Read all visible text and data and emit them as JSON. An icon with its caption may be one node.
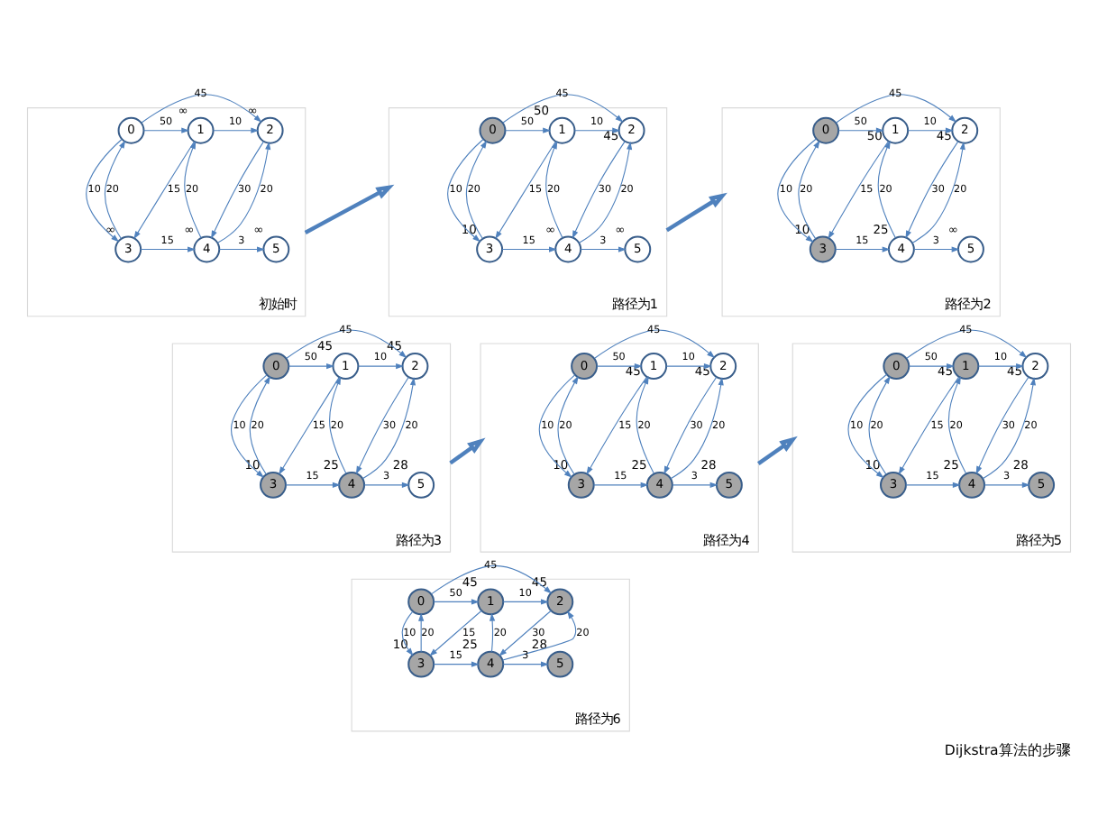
{
  "diagram": {
    "caption": "Dijkstra算法的步骤",
    "nodes": [
      {
        "text": [
          "初始时"
        ]
      },
      {
        "text": [
          "0"
        ],
        "in": 0
      },
      {
        "text": [
          "1"
        ],
        "in": 0,
        "beside": [
          "∞"
        ]
      },
      {
        "text": [
          "2"
        ],
        "in": 0,
        "beside": [
          "∞"
        ]
      },
      {
        "text": [
          "3"
        ],
        "in": 0,
        "beside": [
          "∞"
        ]
      },
      {
        "text": [
          "4"
        ],
        "in": 0,
        "beside": [
          "∞"
        ]
      },
      {
        "text": [
          "5"
        ],
        "in": 0,
        "beside": [
          "∞"
        ]
      },
      {
        "text": [
          "路径为1"
        ]
      },
      {
        "text": [
          "0"
        ],
        "in": 7
      },
      {
        "text": [
          "1"
        ],
        "in": 7,
        "beside": [
          "50"
        ]
      },
      {
        "text": [
          "2"
        ],
        "in": 7,
        "beside": [
          "45"
        ]
      },
      {
        "text": [
          "3"
        ],
        "in": 7,
        "beside": [
          "10"
        ]
      },
      {
        "text": [
          "4"
        ],
        "in": 7,
        "beside": [
          "∞"
        ]
      },
      {
        "text": [
          "5"
        ],
        "in": 7,
        "beside": [
          "∞"
        ]
      },
      {
        "text": [
          "路径为2"
        ]
      },
      {
        "text": [
          "0"
        ],
        "in": 14
      },
      {
        "text": [
          "1"
        ],
        "in": 14,
        "beside": [
          "50"
        ]
      },
      {
        "text": [
          "2"
        ],
        "in": 14,
        "beside": [
          "45"
        ]
      },
      {
        "text": [
          "3"
        ],
        "in": 14,
        "beside": [
          "10"
        ]
      },
      {
        "text": [
          "4"
        ],
        "in": 14,
        "beside": [
          "25"
        ]
      },
      {
        "text": [
          "5"
        ],
        "in": 14,
        "beside": [
          "∞"
        ]
      },
      {
        "text": [
          "路径为3"
        ]
      },
      {
        "text": [
          "0"
        ],
        "in": 21
      },
      {
        "text": [
          "1"
        ],
        "in": 21,
        "beside": [
          "45"
        ]
      },
      {
        "text": [
          "2"
        ],
        "in": 21,
        "beside": [
          "45"
        ]
      },
      {
        "text": [
          "3"
        ],
        "in": 21,
        "beside": [
          "10"
        ]
      },
      {
        "text": [
          "4"
        ],
        "in": 21,
        "beside": [
          "25"
        ]
      },
      {
        "text": [
          "5"
        ],
        "in": 21,
        "beside": [
          "28"
        ]
      },
      {
        "text": [
          "路径为4"
        ]
      },
      {
        "text": [
          "0"
        ],
        "in": 28
      },
      {
        "text": [
          "1"
        ],
        "in": 28,
        "beside": [
          "45"
        ]
      },
      {
        "text": [
          "2"
        ],
        "in": 28,
        "beside": [
          "45"
        ]
      },
      {
        "text": [
          "3"
        ],
        "in": 28,
        "beside": [
          "10"
        ]
      },
      {
        "text": [
          "4"
        ],
        "in": 28,
        "beside": [
          "25"
        ]
      },
      {
        "text": [
          "5"
        ],
        "in": 28,
        "beside": [
          "28"
        ]
      },
      {
        "text": [
          "路径为5"
        ]
      },
      {
        "text": [
          "0"
        ],
        "in": 35
      },
      {
        "text": [
          "1"
        ],
        "in": 35,
        "beside": [
          "45"
        ]
      },
      {
        "text": [
          "2"
        ],
        "in": 35,
        "beside": [
          "45"
        ]
      },
      {
        "text": [
          "3"
        ],
        "in": 35,
        "beside": [
          "10"
        ]
      },
      {
        "text": [
          "4"
        ],
        "in": 35,
        "beside": [
          "25"
        ]
      },
      {
        "text": [
          "5"
        ],
        "in": 35,
        "beside": [
          "28"
        ]
      },
      {
        "text": [
          "路径为6"
        ]
      },
      {
        "text": [
          "0"
        ],
        "in": 42
      },
      {
        "text": [
          "1"
        ],
        "in": 42,
        "beside": [
          "45"
        ]
      },
      {
        "text": [
          "2"
        ],
        "in": 42,
        "beside": [
          "45"
        ]
      },
      {
        "text": [
          "3"
        ],
        "in": 42,
        "beside": [
          "10"
        ]
      },
      {
        "text": [
          "4"
        ],
        "in": 42,
        "beside": [
          "25"
        ]
      },
      {
        "text": [
          "5"
        ],
        "in": 42,
        "beside": [
          "28"
        ]
      }
    ],
    "edges": [
      {
        "from": 1,
        "to": 2,
        "arrow": "to",
        "label": "50"
      },
      {
        "from": 2,
        "to": 3,
        "arrow": "to",
        "label": "10"
      },
      {
        "from": 1,
        "to": 3,
        "arrow": "to",
        "label": "45"
      },
      {
        "from": 4,
        "to": 1,
        "arrow": "to",
        "label": "20"
      },
      {
        "from": 1,
        "to": 4,
        "arrow": "to",
        "label": "10"
      },
      {
        "from": 2,
        "to": 4,
        "arrow": "to",
        "label": "15"
      },
      {
        "from": 4,
        "to": 5,
        "arrow": "to",
        "label": "15"
      },
      {
        "from": 5,
        "to": 2,
        "arrow": "to",
        "label": "20"
      },
      {
        "from": 5,
        "to": 3,
        "arrow": "to",
        "label": "20"
      },
      {
        "from": 3,
        "to": 5,
        "arrow": "to",
        "label": "30"
      },
      {
        "from": 5,
        "to": 6,
        "arrow": "to",
        "label": "3"
      },
      {
        "from": 8,
        "to": 9,
        "arrow": "to",
        "label": "50"
      },
      {
        "from": 9,
        "to": 10,
        "arrow": "to",
        "label": "10"
      },
      {
        "from": 8,
        "to": 10,
        "arrow": "to",
        "label": "45"
      },
      {
        "from": 11,
        "to": 8,
        "arrow": "to",
        "label": "20"
      },
      {
        "from": 8,
        "to": 11,
        "arrow": "to",
        "label": "10"
      },
      {
        "from": 9,
        "to": 11,
        "arrow": "to",
        "label": "15"
      },
      {
        "from": 11,
        "to": 12,
        "arrow": "to",
        "label": "15"
      },
      {
        "from": 12,
        "to": 9,
        "arrow": "to",
        "label": "20"
      },
      {
        "from": 12,
        "to": 10,
        "arrow": "to",
        "label": "20"
      },
      {
        "from": 10,
        "to": 12,
        "arrow": "to",
        "label": "30"
      },
      {
        "from": 12,
        "to": 13,
        "arrow": "to",
        "label": "3"
      },
      {
        "from": 15,
        "to": 16,
        "arrow": "to",
        "label": "50"
      },
      {
        "from": 16,
        "to": 17,
        "arrow": "to",
        "label": "10"
      },
      {
        "from": 15,
        "to": 17,
        "arrow": "to",
        "label": "45"
      },
      {
        "from": 18,
        "to": 15,
        "arrow": "to",
        "label": "20"
      },
      {
        "from": 15,
        "to": 18,
        "arrow": "to",
        "label": "10"
      },
      {
        "from": 16,
        "to": 18,
        "arrow": "to",
        "label": "15"
      },
      {
        "from": 18,
        "to": 19,
        "arrow": "to",
        "label": "15"
      },
      {
        "from": 19,
        "to": 16,
        "arrow": "to",
        "label": "20"
      },
      {
        "from": 19,
        "to": 17,
        "arrow": "to",
        "label": "20"
      },
      {
        "from": 17,
        "to": 19,
        "arrow": "to",
        "label": "30"
      },
      {
        "from": 19,
        "to": 20,
        "arrow": "to",
        "label": "3"
      },
      {
        "from": 22,
        "to": 23,
        "arrow": "to",
        "label": "50"
      },
      {
        "from": 23,
        "to": 24,
        "arrow": "to",
        "label": "10"
      },
      {
        "from": 22,
        "to": 24,
        "arrow": "to",
        "label": "45"
      },
      {
        "from": 25,
        "to": 22,
        "arrow": "to",
        "label": "20"
      },
      {
        "from": 22,
        "to": 25,
        "arrow": "to",
        "label": "10"
      },
      {
        "from": 23,
        "to": 25,
        "arrow": "to",
        "label": "15"
      },
      {
        "from": 25,
        "to": 26,
        "arrow": "to",
        "label": "15"
      },
      {
        "from": 26,
        "to": 23,
        "arrow": "to",
        "label": "20"
      },
      {
        "from": 26,
        "to": 24,
        "arrow": "to",
        "label": "20"
      },
      {
        "from": 24,
        "to": 26,
        "arrow": "to",
        "label": "30"
      },
      {
        "from": 26,
        "to": 27,
        "arrow": "to",
        "label": "3"
      },
      {
        "from": 29,
        "to": 30,
        "arrow": "to",
        "label": "50"
      },
      {
        "from": 30,
        "to": 31,
        "arrow": "to",
        "label": "10"
      },
      {
        "from": 29,
        "to": 31,
        "arrow": "to",
        "label": "45"
      },
      {
        "from": 32,
        "to": 29,
        "arrow": "to",
        "label": "20"
      },
      {
        "from": 29,
        "to": 32,
        "arrow": "to",
        "label": "10"
      },
      {
        "from": 30,
        "to": 32,
        "arrow": "to",
        "label": "15"
      },
      {
        "from": 32,
        "to": 33,
        "arrow": "to",
        "label": "15"
      },
      {
        "from": 33,
        "to": 30,
        "arrow": "to",
        "label": "20"
      },
      {
        "from": 33,
        "to": 31,
        "arrow": "to",
        "label": "20"
      },
      {
        "from": 31,
        "to": 33,
        "arrow": "to",
        "label": "30"
      },
      {
        "from": 33,
        "to": 34,
        "arrow": "to",
        "label": "3"
      },
      {
        "from": 36,
        "to": 37,
        "arrow": "to",
        "label": "50"
      },
      {
        "from": 37,
        "to": 38,
        "arrow": "to",
        "label": "10"
      },
      {
        "from": 36,
        "to": 38,
        "arrow": "to",
        "label": "45"
      },
      {
        "from": 39,
        "to": 36,
        "arrow": "to",
        "label": "20"
      },
      {
        "from": 36,
        "to": 39,
        "arrow": "to",
        "label": "10"
      },
      {
        "from": 37,
        "to": 39,
        "arrow": "to",
        "label": "15"
      },
      {
        "from": 39,
        "to": 40,
        "arrow": "to",
        "label": "15"
      },
      {
        "from": 40,
        "to": 37,
        "arrow": "to",
        "label": "20"
      },
      {
        "from": 40,
        "to": 38,
        "arrow": "to",
        "label": "20"
      },
      {
        "from": 38,
        "to": 40,
        "arrow": "to",
        "label": "30"
      },
      {
        "from": 40,
        "to": 41,
        "arrow": "to",
        "label": "3"
      },
      {
        "from": 43,
        "to": 44,
        "arrow": "to",
        "label": "50"
      },
      {
        "from": 44,
        "to": 45,
        "arrow": "to",
        "label": "10"
      },
      {
        "from": 43,
        "to": 45,
        "arrow": "to",
        "label": "45"
      },
      {
        "from": 46,
        "to": 43,
        "arrow": "to",
        "label": "20"
      },
      {
        "from": 43,
        "to": 46,
        "arrow": "to",
        "label": "10"
      },
      {
        "from": 44,
        "to": 46,
        "arrow": "to",
        "label": "15"
      },
      {
        "from": 46,
        "to": 47,
        "arrow": "to",
        "label": "15"
      },
      {
        "from": 47,
        "to": 44,
        "arrow": "to",
        "label": "20"
      },
      {
        "from": 47,
        "to": 45,
        "arrow": "to",
        "label": "20"
      },
      {
        "from": 45,
        "to": 47,
        "arrow": "to",
        "label": "30"
      },
      {
        "from": 47,
        "to": 48,
        "arrow": "to",
        "label": "3"
      },
      {
        "from": 0,
        "to": 7,
        "arrow": "to",
        "style": "thick"
      },
      {
        "from": 7,
        "to": 14,
        "arrow": "to",
        "style": "thick"
      },
      {
        "from": 21,
        "to": 28,
        "arrow": "to",
        "style": "thick"
      },
      {
        "from": 28,
        "to": 35,
        "arrow": "to",
        "style": "thick"
      }
    ]
  }
}
